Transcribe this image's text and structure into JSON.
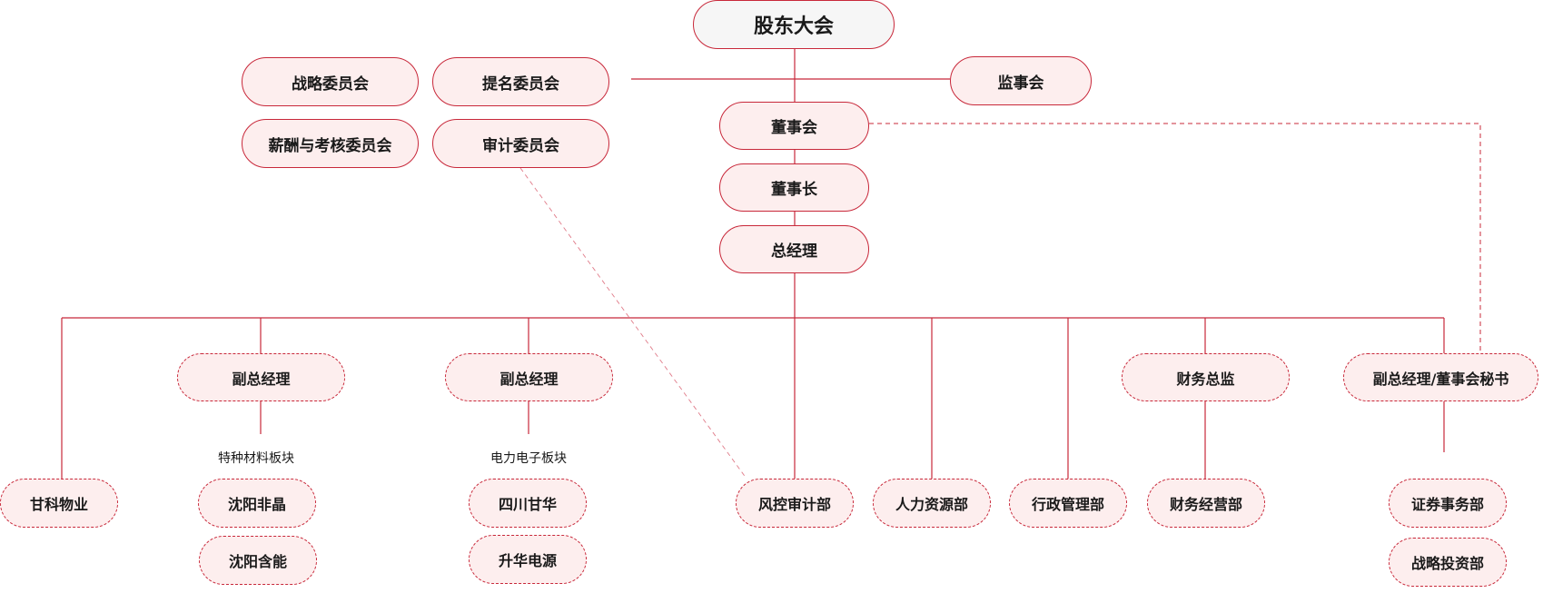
{
  "colors": {
    "accent": "#c8283a",
    "node_fill": "#fdeeee",
    "top_fill": "#f6f6f6"
  },
  "nodes": {
    "shareholders_meeting": "股东大会",
    "strategy_committee": "战略委员会",
    "nomination_committee": "提名委员会",
    "compensation_committee": "薪酬与考核委员会",
    "audit_committee": "审计委员会",
    "supervisory_board": "监事会",
    "board_of_directors": "董事会",
    "chairman": "董事长",
    "general_manager": "总经理",
    "gank_property": "甘科物业",
    "vice_gm_1": "副总经理",
    "vice_gm_2": "副总经理",
    "finance_director": "财务总监",
    "vice_gm_secretary": "副总经理/董事会秘书",
    "shenyang_amorphous": "沈阳非晶",
    "shenyang_hanneng": "沈阳含能",
    "sichuan_ganhua": "四川甘华",
    "shenghua_power": "升华电源",
    "risk_audit_dept": "风控审计部",
    "hr_dept": "人力资源部",
    "admin_dept": "行政管理部",
    "finance_ops_dept": "财务经营部",
    "securities_dept": "证券事务部",
    "strategic_invest_dept": "战略投资部"
  },
  "segments": {
    "special_materials": "特种材料板块",
    "power_electronics": "电力电子板块"
  }
}
